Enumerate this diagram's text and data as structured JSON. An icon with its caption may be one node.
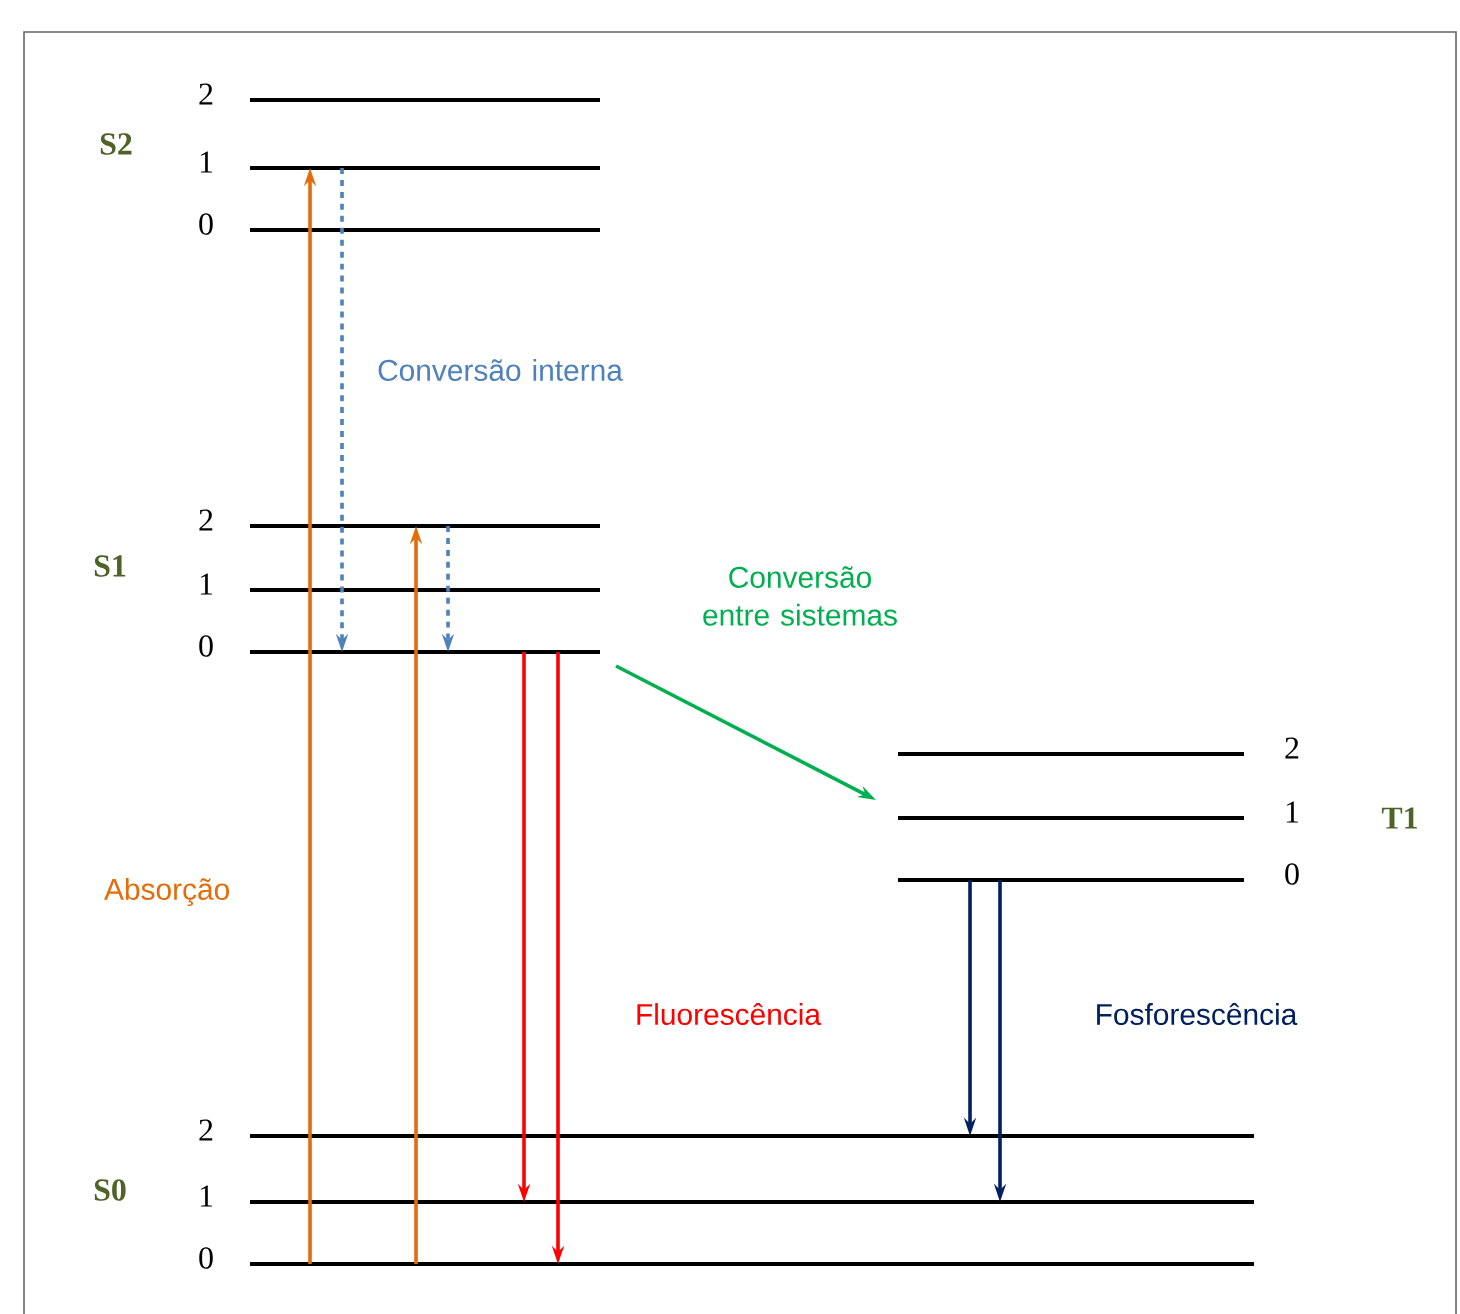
{
  "diagram": {
    "nodes": [
      {
        "text": [],
        "shape": "bar",
        "beside": [
          "2"
        ]
      },
      {
        "text": [],
        "shape": "bar",
        "beside": [
          "1"
        ]
      },
      {
        "text": [],
        "shape": "bar",
        "beside": [
          "0"
        ]
      },
      {
        "text": [],
        "shape": "bar",
        "beside": [
          "2"
        ]
      },
      {
        "text": [],
        "shape": "bar",
        "beside": [
          "1"
        ]
      },
      {
        "text": [],
        "shape": "bar",
        "beside": [
          "0"
        ]
      },
      {
        "text": [],
        "shape": "bar",
        "beside": [
          "2"
        ]
      },
      {
        "text": [],
        "shape": "bar",
        "beside": [
          "1"
        ]
      },
      {
        "text": [],
        "shape": "bar",
        "beside": [
          "0"
        ]
      },
      {
        "text": [],
        "shape": "bar",
        "beside": [
          "2"
        ]
      },
      {
        "text": [],
        "shape": "bar",
        "beside": [
          "1"
        ]
      },
      {
        "text": [],
        "shape": "bar",
        "beside": [
          "0"
        ]
      }
    ],
    "edges": [
      {
        "from": 11,
        "to": 1,
        "arrow": "to",
        "color": "#e46c0a",
        "label": "Absorção"
      },
      {
        "from": 11,
        "to": 3,
        "arrow": "to",
        "color": "#e46c0a"
      },
      {
        "from": 1,
        "to": 5,
        "arrow": "to",
        "style": "dashed",
        "color": "#4f81bd",
        "label": "Conversão interna"
      },
      {
        "from": 3,
        "to": 5,
        "arrow": "to",
        "style": "dashed",
        "color": "#4f81bd"
      },
      {
        "from": 5,
        "to": 10,
        "arrow": "to",
        "color": "#ff0000"
      },
      {
        "from": 5,
        "to": 11,
        "arrow": "to",
        "color": "#ff0000",
        "label": "Fluorescência"
      },
      {
        "from": 5,
        "to": 7,
        "arrow": "to",
        "color": "#00b050",
        "label": "Conversão entre sistemas"
      },
      {
        "from": 8,
        "to": 9,
        "arrow": "to",
        "color": "#002060"
      },
      {
        "from": 8,
        "to": 10,
        "arrow": "to",
        "color": "#002060",
        "label": "Fosforescência"
      }
    ],
    "labels": [
      "S2",
      "S1",
      "T1",
      "S0"
    ]
  }
}
